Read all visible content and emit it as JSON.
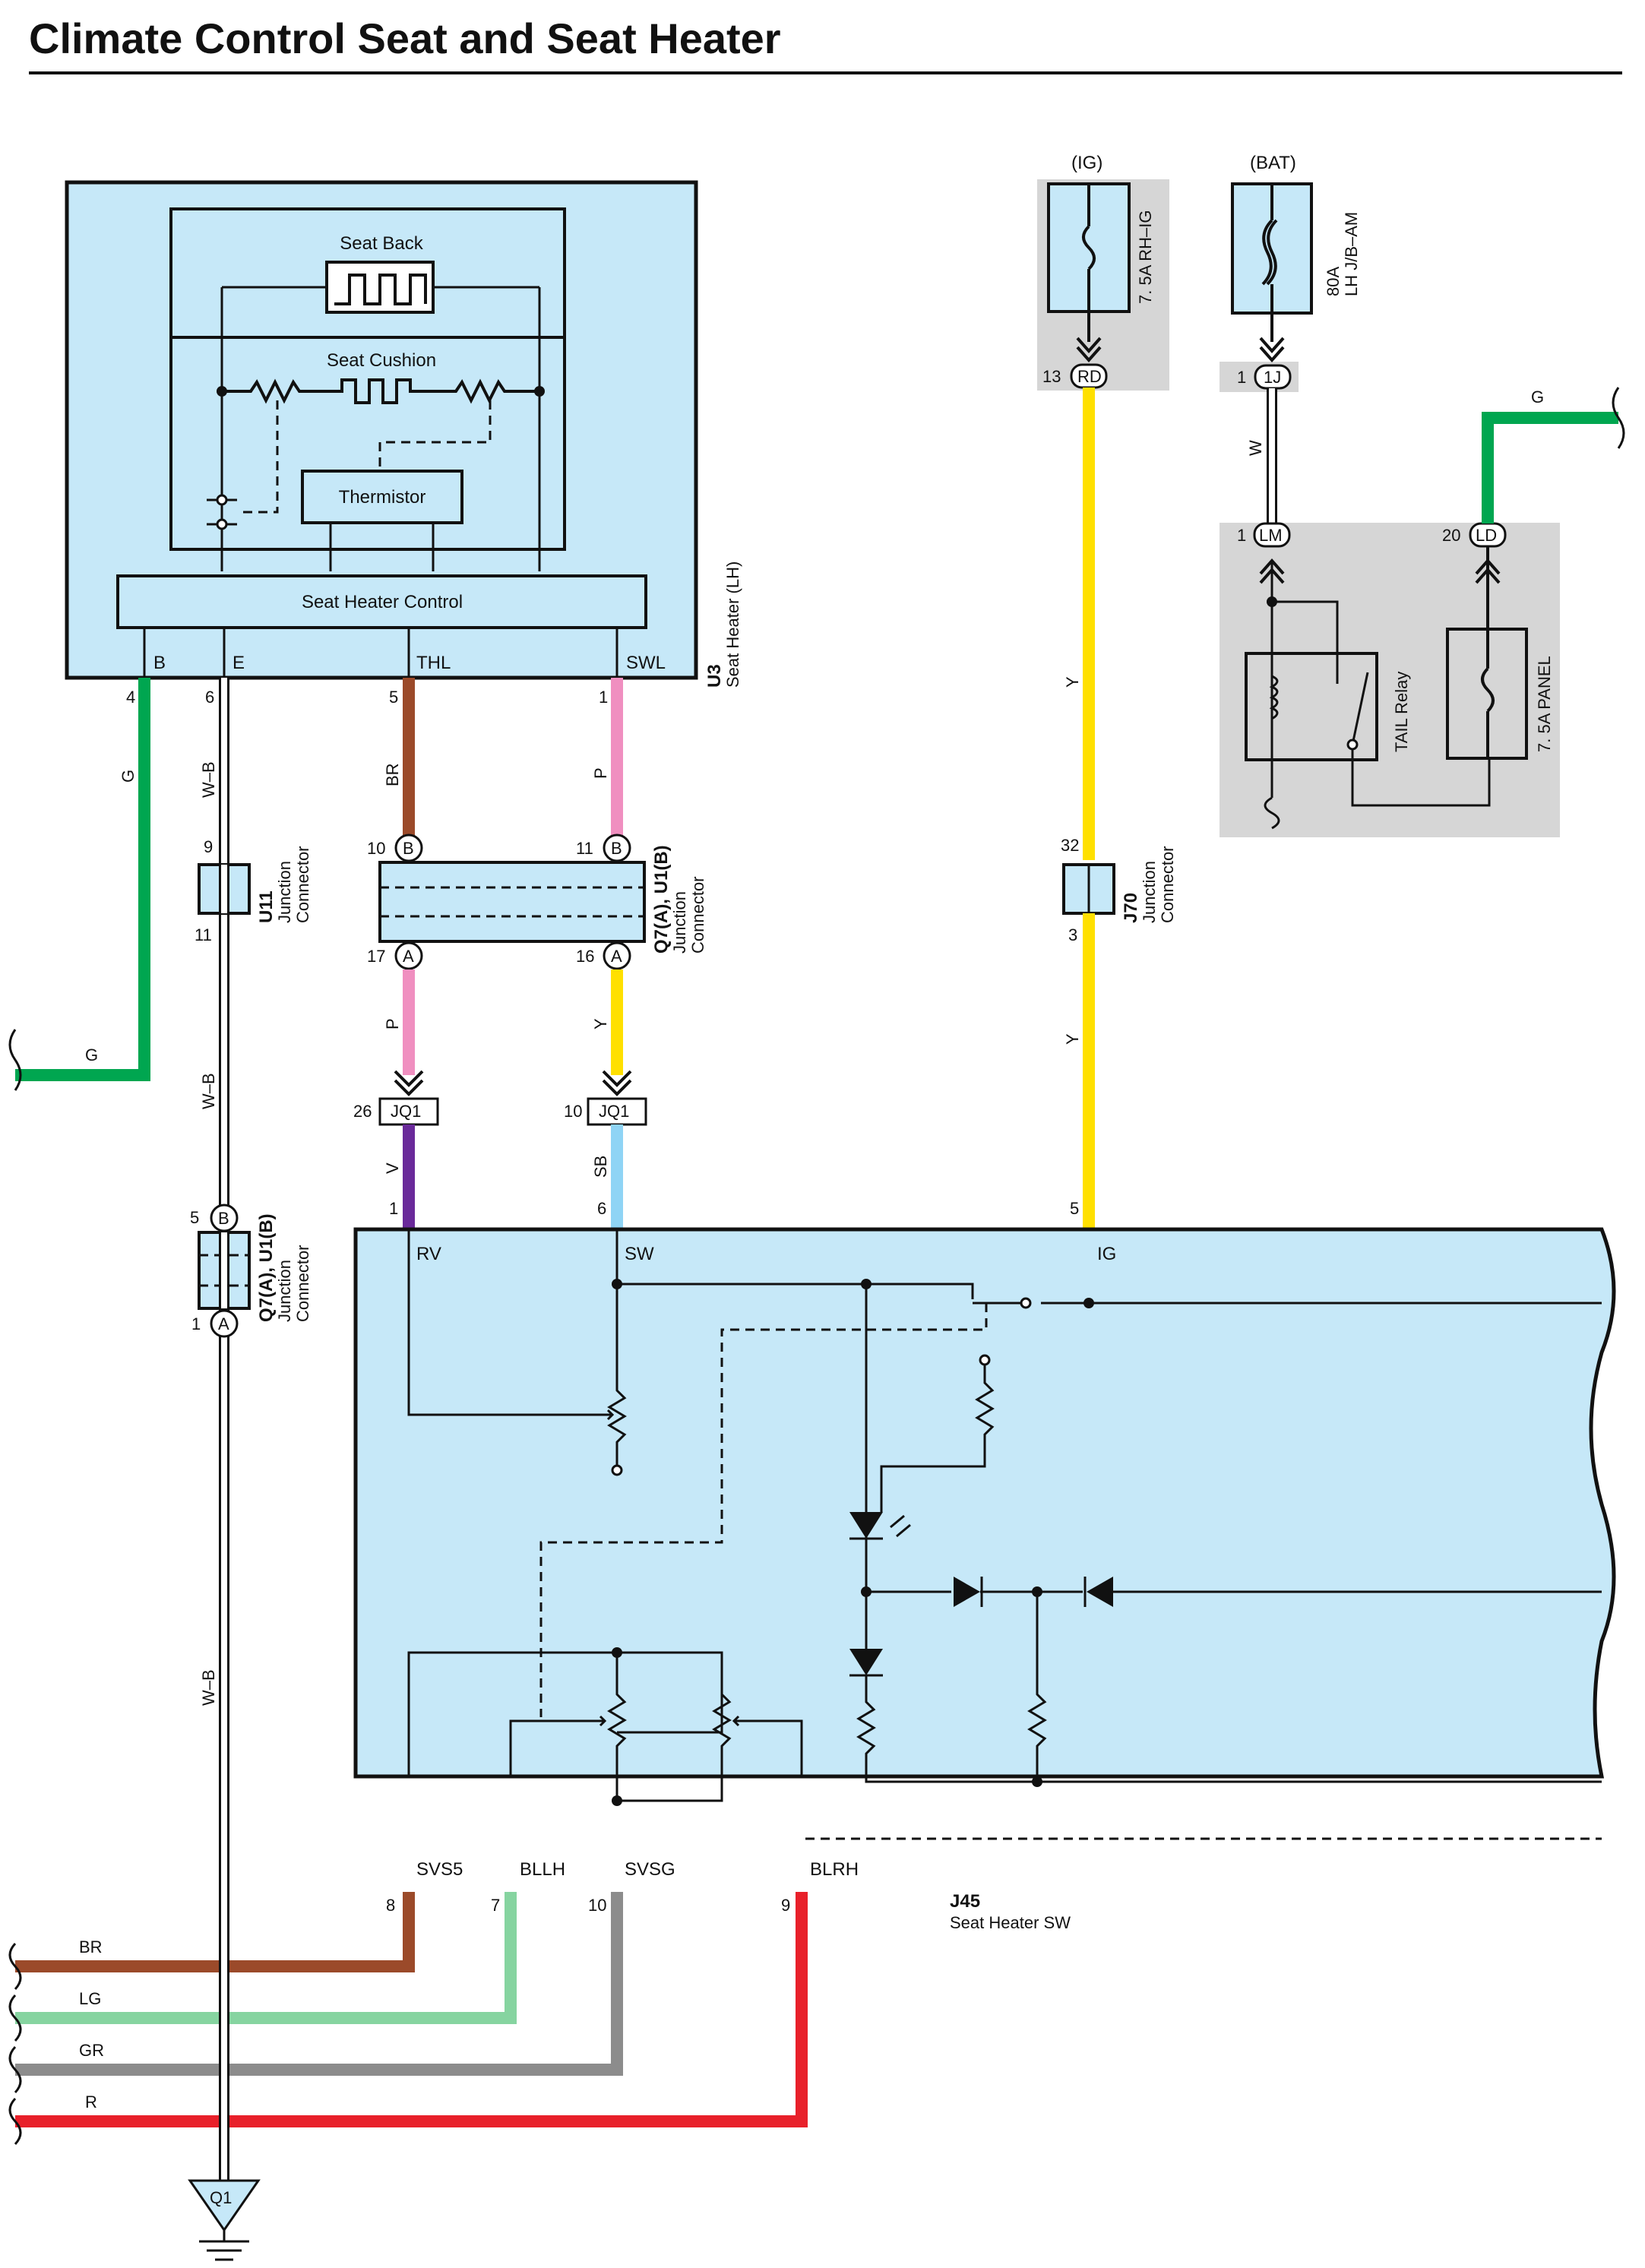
{
  "title": "Climate Control Seat and Seat Heater",
  "seat_heater": {
    "seat_back": "Seat Back",
    "seat_cushion": "Seat Cushion",
    "thermistor": "Thermistor",
    "control": "Seat Heater Control",
    "terminals": {
      "b": "B",
      "e": "E",
      "thl": "THL",
      "swl": "SWL"
    },
    "code": "U3",
    "name": "Seat Heater (LH)"
  },
  "fuses": {
    "ig_label": "(IG)",
    "ig_fuse": "7. 5A RH–IG",
    "bat_label": "(BAT)",
    "bat_fuse_1": "80A",
    "bat_fuse_2": "LH J/B–AM",
    "panel_fuse": "7. 5A PANEL",
    "tail_relay": "TAIL Relay"
  },
  "connectors": {
    "rd": "RD",
    "one_j": "1J",
    "lm": "LM",
    "ld": "LD",
    "jq1_a": "JQ1",
    "jq1_b": "JQ1",
    "circ_b": "B",
    "circ_a": "A",
    "u11_code": "U11",
    "u11_name_1": "Junction",
    "u11_name_2": "Connector",
    "q7_code": "Q7(A), U1(B)",
    "q7_name_1": "Junction",
    "q7_name_2": "Connector",
    "j70_code": "J70",
    "j70_name_1": "Junction",
    "j70_name_2": "Connector",
    "q7b_code": "Q7(A), U1(B)",
    "q7b_name_1": "Junction",
    "q7b_name_2": "Connector",
    "ground": "Q1"
  },
  "pins": {
    "p4": "4",
    "p6": "6",
    "p5": "5",
    "p1": "1",
    "p9": "9",
    "p11": "11",
    "p10b": "10",
    "p11b": "11",
    "p17": "17",
    "p16": "16",
    "p26": "26",
    "p10jq": "10",
    "sw_p1": "1",
    "sw_p6": "6",
    "sw_p5": "5",
    "p13": "13",
    "p1j": "1",
    "p1lm": "1",
    "p20": "20",
    "p32": "32",
    "p3": "3",
    "q7b_5": "5",
    "q7b_1": "1",
    "sw_p8": "8",
    "sw_p7": "7",
    "sw_p10": "10",
    "sw_p9": "9"
  },
  "wires": {
    "g": "G",
    "wb": "W–B",
    "br": "BR",
    "p": "P",
    "y": "Y",
    "v": "V",
    "sb": "SB",
    "w": "W",
    "lg": "LG",
    "gr": "GR",
    "r": "R"
  },
  "switch": {
    "code": "J45",
    "name": "Seat Heater SW",
    "rv": "RV",
    "sw": "SW",
    "ig": "IG",
    "svs5": "SVS5",
    "bllh": "BLLH",
    "svsg": "SVSG",
    "blrh": "BLRH"
  },
  "colors": {
    "G": "#00a650",
    "BR": "#9b4a2a",
    "P": "#f08fc0",
    "Y": "#ffe000",
    "V": "#6a2a9a",
    "SB": "#8fd4f5",
    "LG": "#86d4a0",
    "GR": "#8c8c8c",
    "R": "#e8202a",
    "W": "#ffffff",
    "WB": "#ffffff",
    "component_fill": "#c6e8f8"
  }
}
